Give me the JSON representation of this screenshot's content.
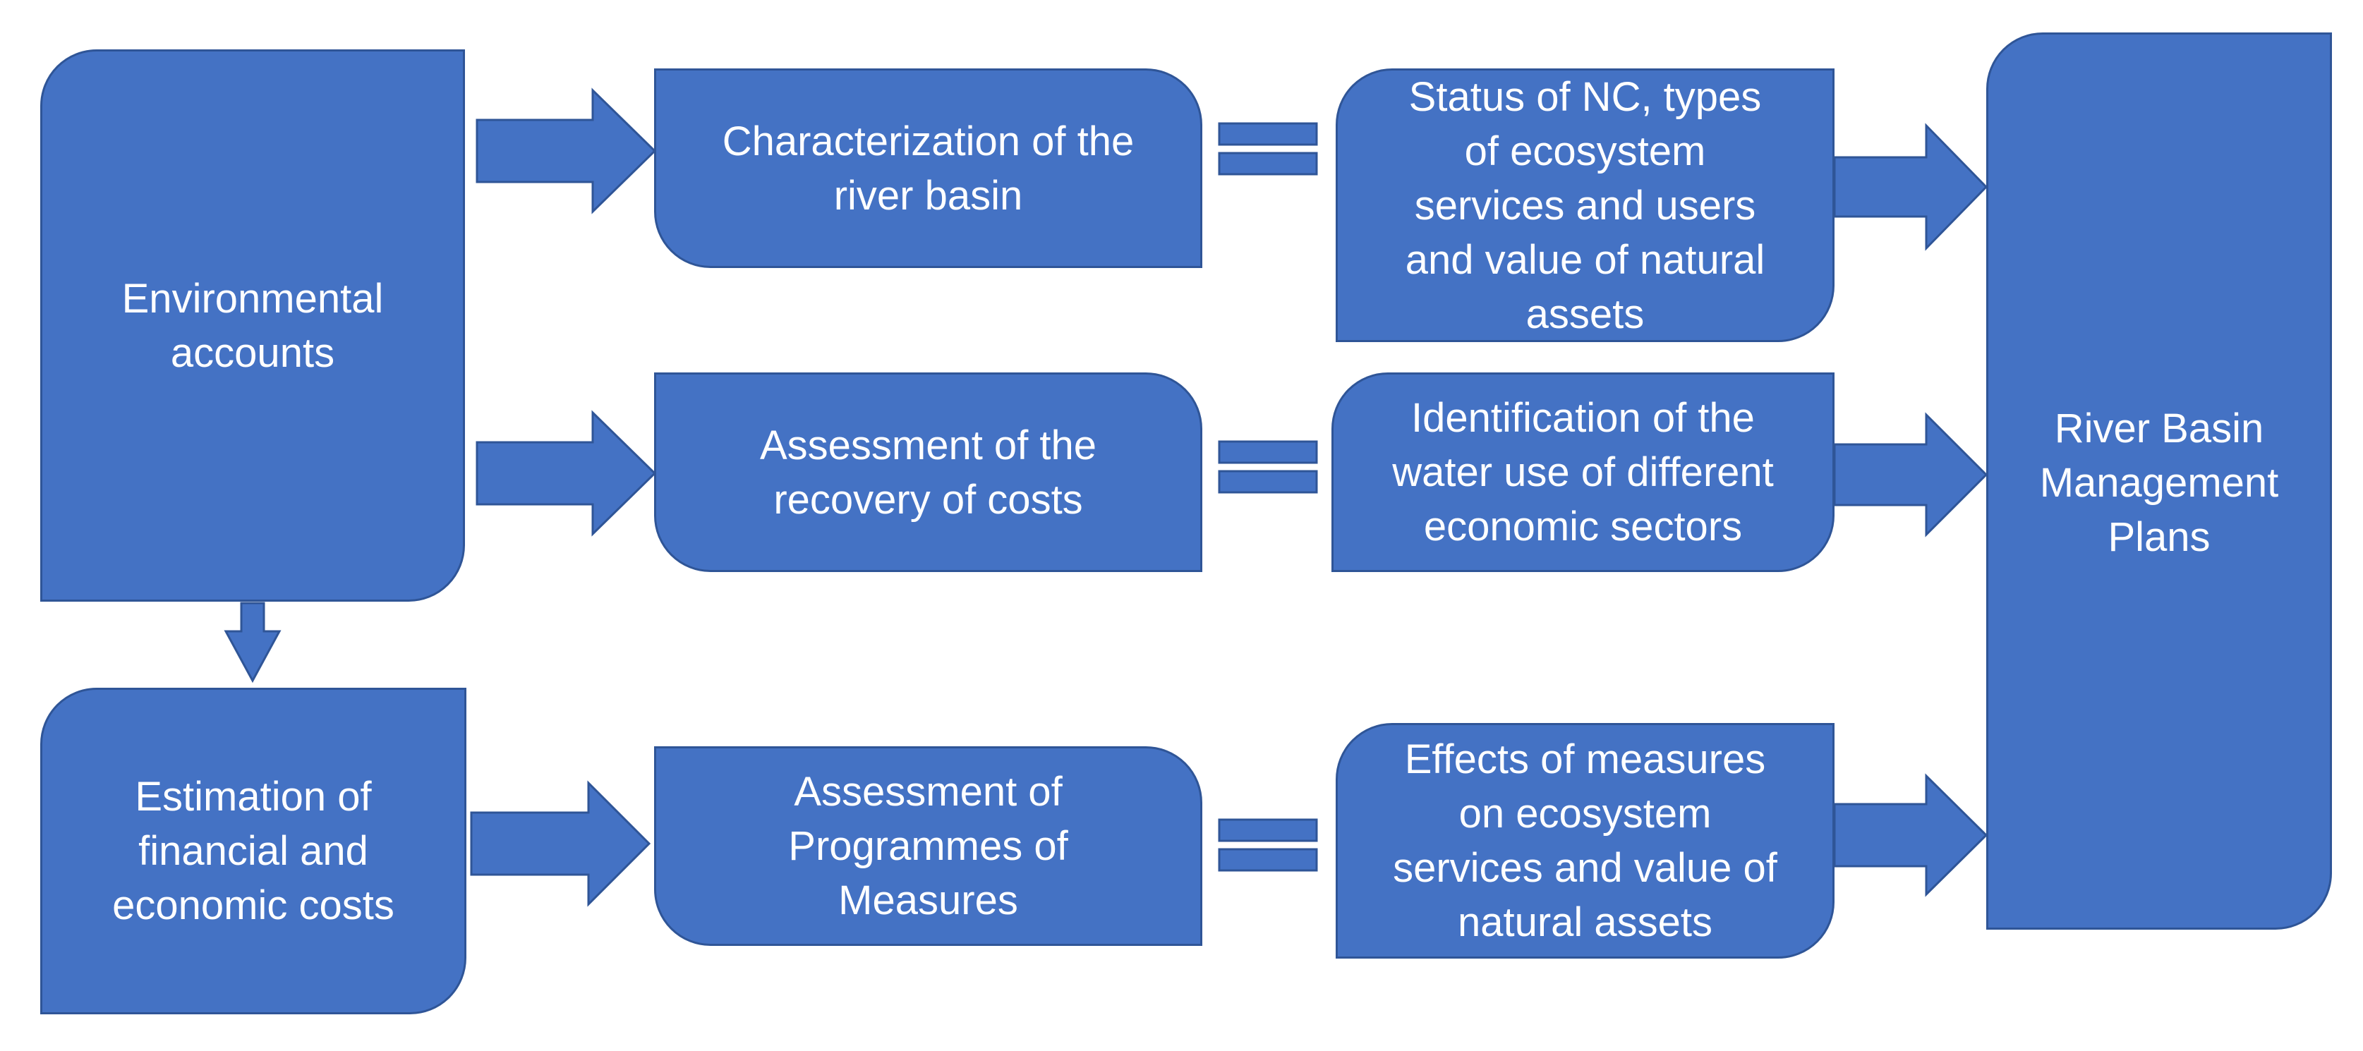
{
  "colors": {
    "fill": "#4472c4",
    "stroke": "#2f5597",
    "text": "#ffffff",
    "background": "#ffffff"
  },
  "boxes": {
    "environmental_accounts": "Environmental\naccounts",
    "estimation_costs": "Estimation of\nfinancial and\neconomic costs",
    "characterization": "Characterization of the\nriver basin",
    "assessment_recovery": "Assessment of the\nrecovery of costs",
    "assessment_programmes": "Assessment of\nProgrammes of\nMeasures",
    "status_nc": "Status of NC, types\nof ecosystem\nservices and users\nand value of natural\nassets",
    "identification_water_use": "Identification of the\nwater use of different\neconomic sectors",
    "effects_measures": "Effects of measures\non ecosystem\nservices and value of\nnatural assets",
    "river_basin_plans": "River Basin\nManagement\nPlans"
  }
}
